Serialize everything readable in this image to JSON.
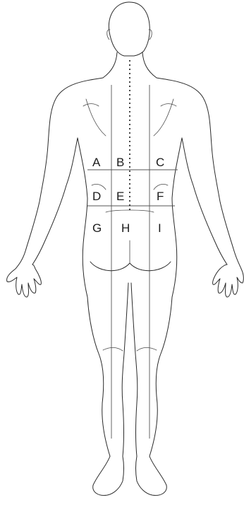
{
  "figure": {
    "view": "posterior",
    "colors": {
      "line": "#2a2a2a",
      "background": "#ffffff"
    }
  },
  "zones": [
    {
      "id": "A",
      "label": "A"
    },
    {
      "id": "B",
      "label": "B"
    },
    {
      "id": "C",
      "label": "C"
    },
    {
      "id": "D",
      "label": "D"
    },
    {
      "id": "E",
      "label": "E"
    },
    {
      "id": "F",
      "label": "F"
    },
    {
      "id": "G",
      "label": "G"
    },
    {
      "id": "H",
      "label": "H"
    },
    {
      "id": "I",
      "label": "I"
    }
  ]
}
